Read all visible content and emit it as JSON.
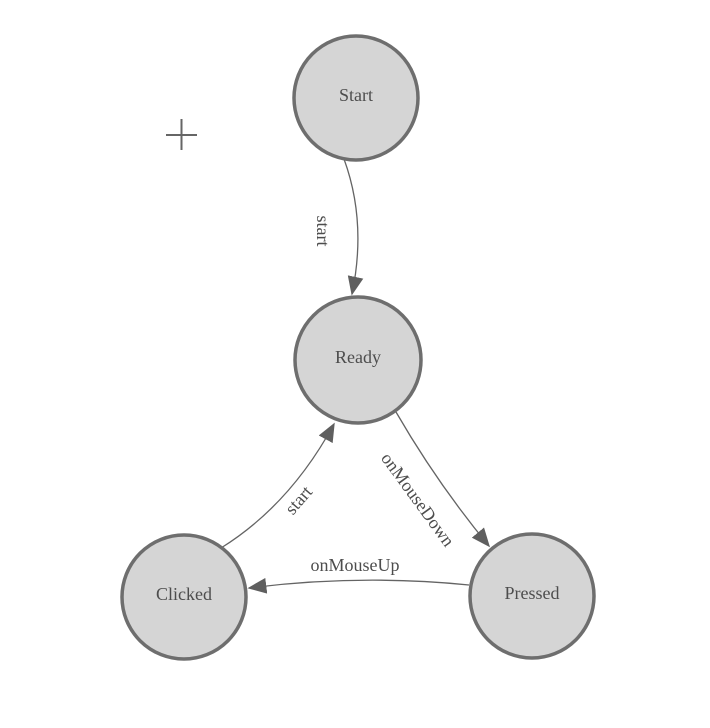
{
  "diagram": {
    "kind": "finite-state-machine",
    "nodes": [
      {
        "id": "start",
        "label": "Start"
      },
      {
        "id": "ready",
        "label": "Ready"
      },
      {
        "id": "clicked",
        "label": "Clicked"
      },
      {
        "id": "pressed",
        "label": "Pressed"
      }
    ],
    "edges": [
      {
        "from": "Start",
        "to": "Ready",
        "label": "start"
      },
      {
        "from": "Clicked",
        "to": "Ready",
        "label": "start"
      },
      {
        "from": "Ready",
        "to": "Pressed",
        "label": "onMouseDown"
      },
      {
        "from": "Pressed",
        "to": "Clicked",
        "label": "onMouseUp"
      }
    ],
    "icons": {
      "origin_marker": "plus-crosshair"
    },
    "colors": {
      "background": "#ffffff",
      "node_fill": "#d5d5d5",
      "node_stroke": "#6e6e6e",
      "edge_stroke": "#646464",
      "arrowhead_fill": "#5f5f5f",
      "text": "#4d4d4d",
      "crosshair": "#666666"
    }
  }
}
